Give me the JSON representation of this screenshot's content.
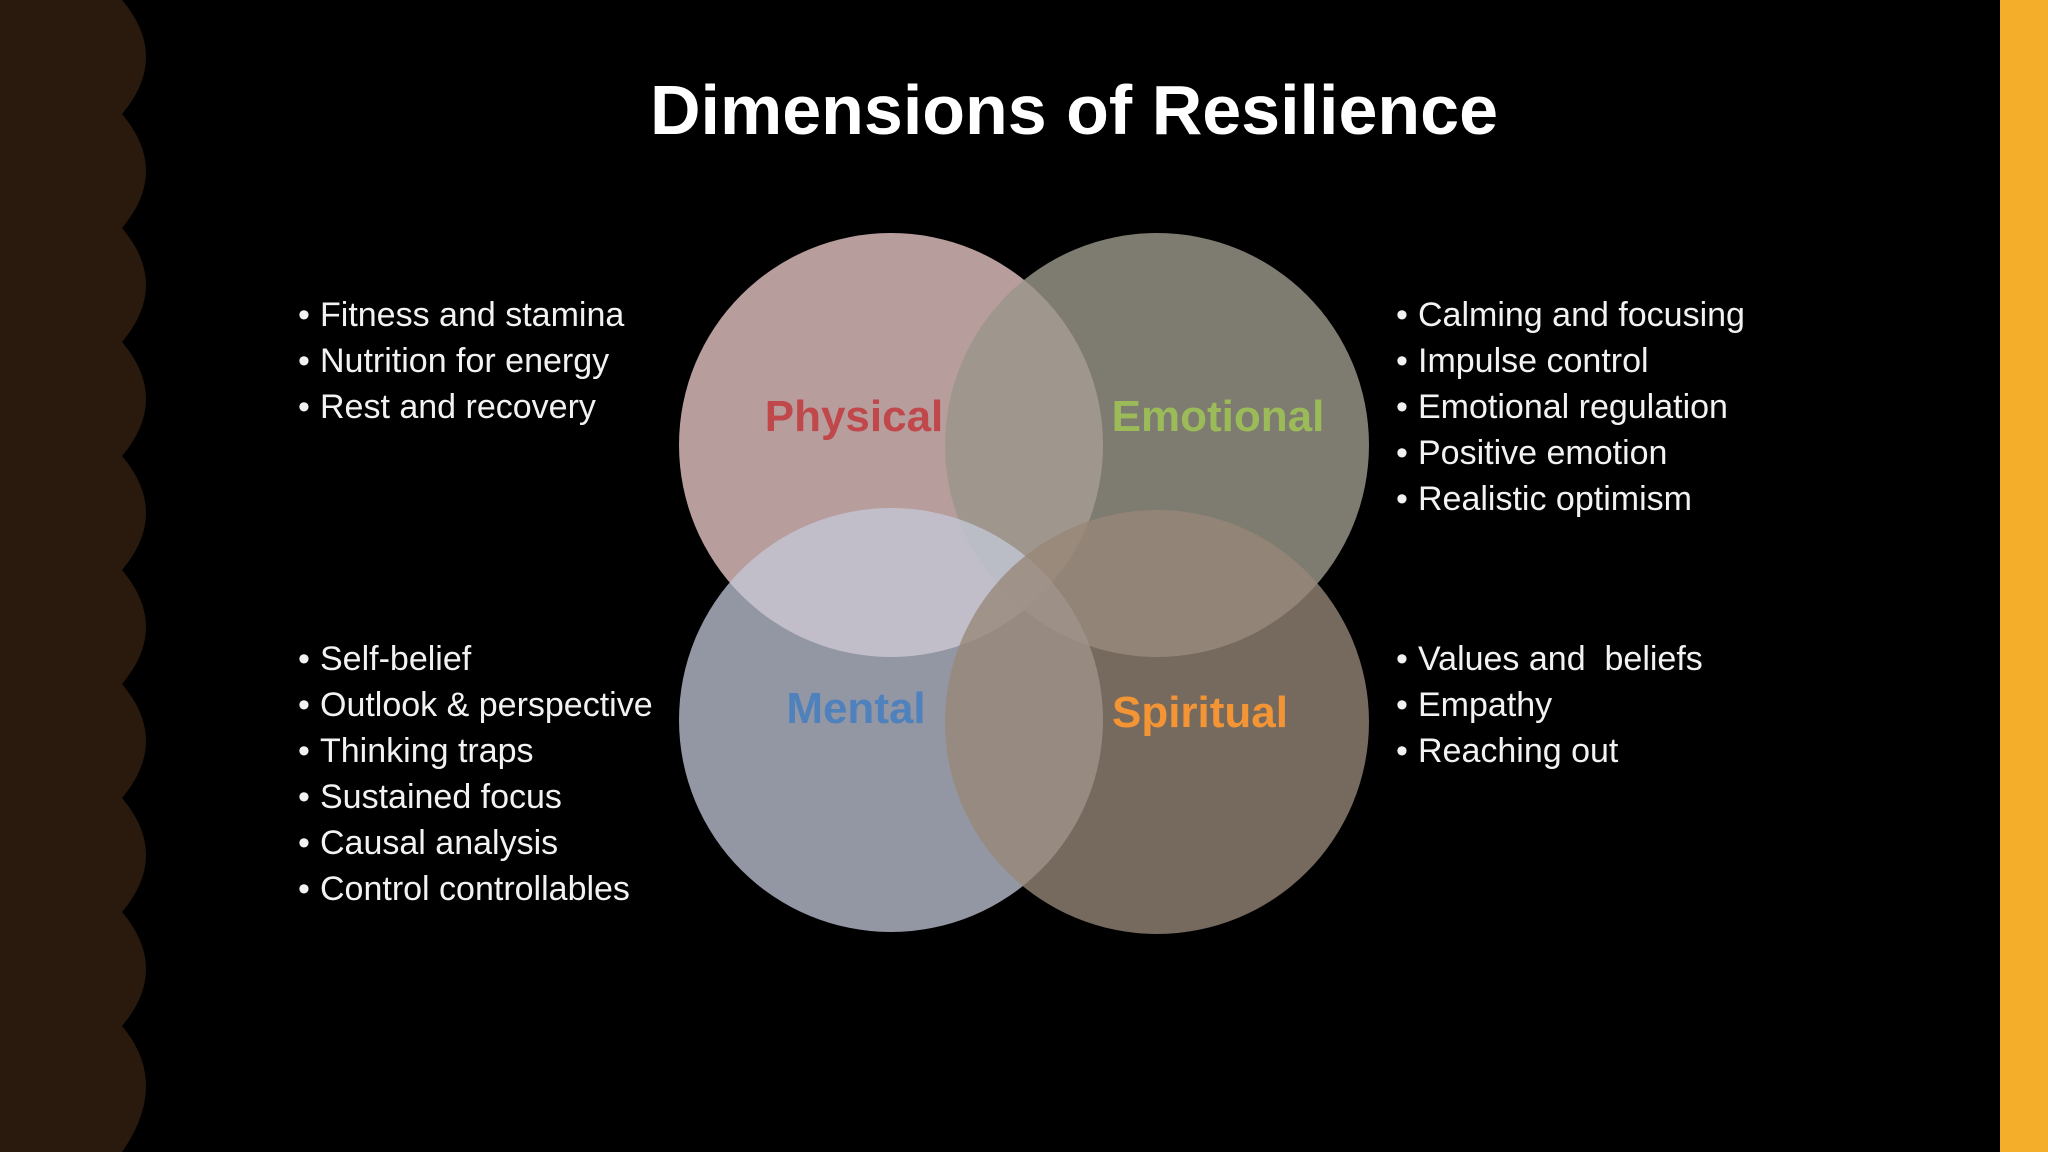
{
  "title": "Dimensions of Resilience",
  "colors": {
    "background": "#000000",
    "left_band": "#2a1a0d",
    "right_stripe": "#f5ae2a",
    "physical_circle": "#e0c0c0",
    "emotional_circle": "#8f8c80",
    "mental_circle": "#c0c6d6",
    "spiritual_circle": "#8a7b6e",
    "physical_label": "#c0474a",
    "emotional_label": "#9bbb59",
    "mental_label": "#4f81bd",
    "spiritual_label": "#f39435"
  },
  "circles": {
    "physical": {
      "label": "Physical"
    },
    "emotional": {
      "label": "Emotional"
    },
    "mental": {
      "label": "Mental"
    },
    "spiritual": {
      "label": "Spiritual"
    }
  },
  "lists": {
    "physical": [
      "Fitness and stamina",
      "Nutrition for energy",
      "Rest and recovery"
    ],
    "emotional": [
      "Calming and focusing",
      "Impulse control",
      "Emotional regulation",
      "Positive emotion",
      "Realistic optimism"
    ],
    "mental": [
      "Self-belief",
      "Outlook & perspective",
      "Thinking traps",
      "Sustained focus",
      "Causal analysis",
      "Control controllables"
    ],
    "spiritual": [
      "Values and  beliefs",
      "Empathy",
      "Reaching out"
    ]
  }
}
